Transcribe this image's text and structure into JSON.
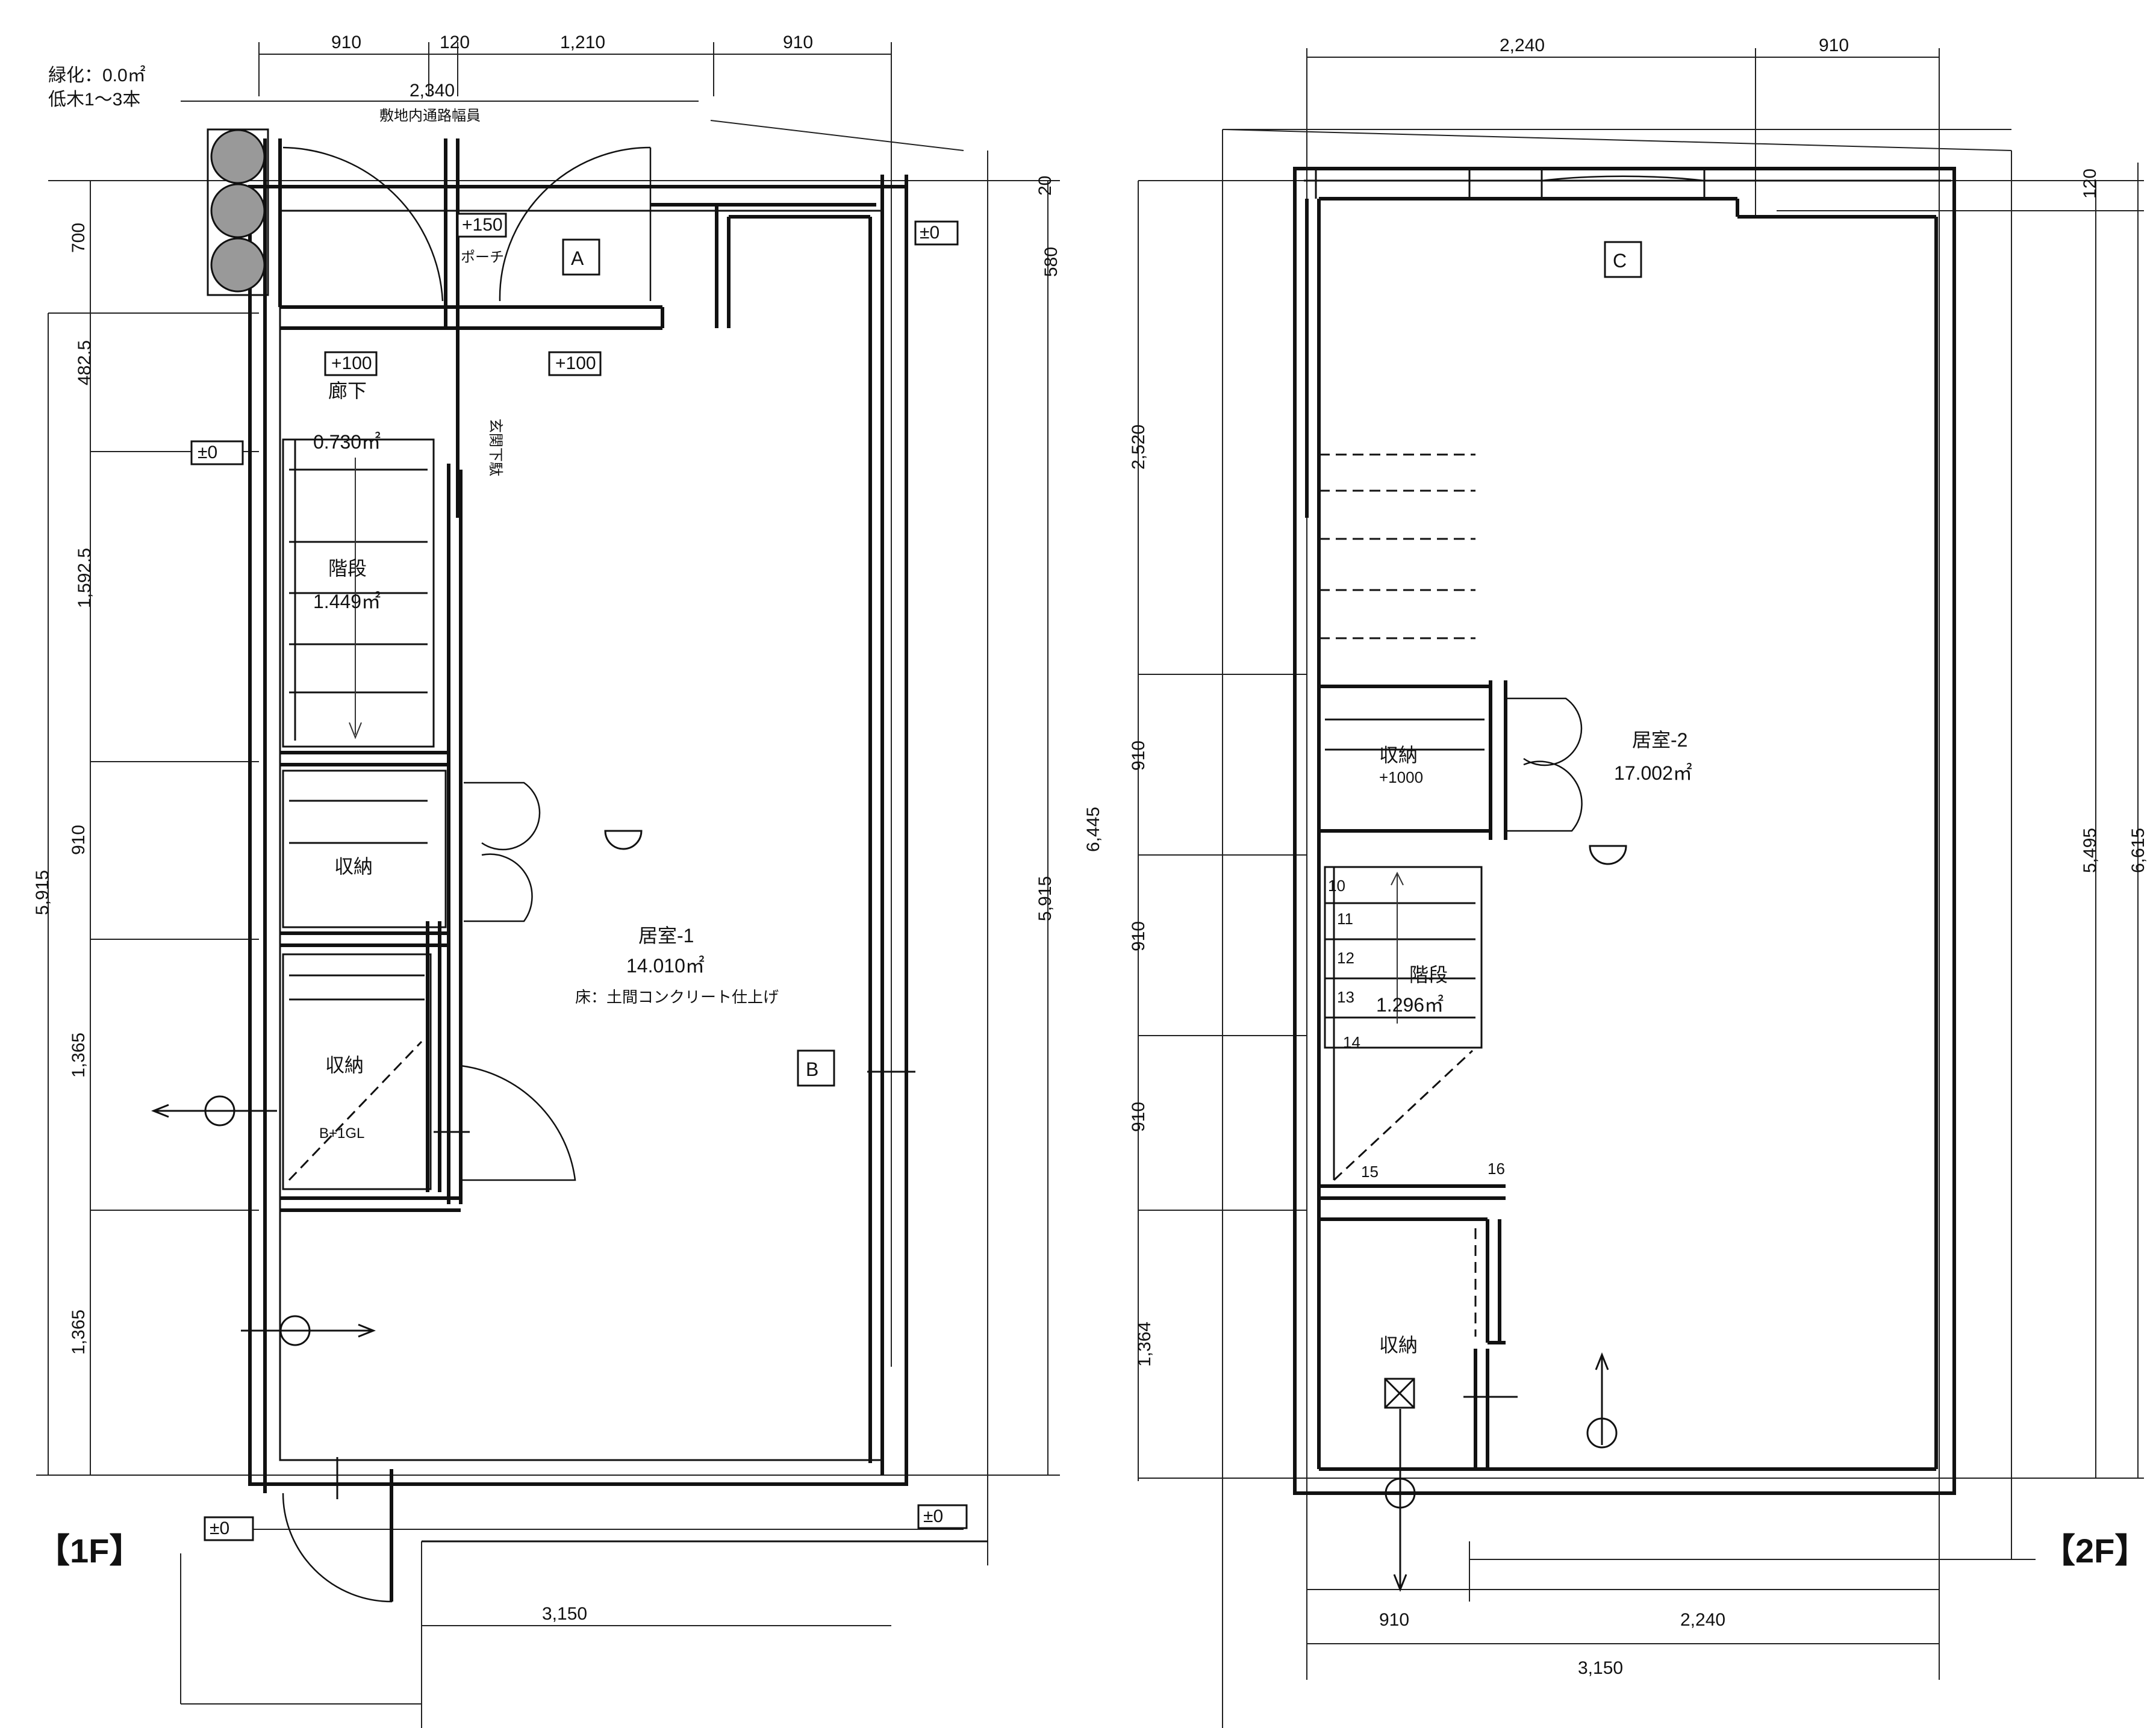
{
  "floors": {
    "first": {
      "label": "【1F】",
      "dims_top": [
        "910",
        "120",
        "1,210",
        "910"
      ],
      "dims_left": [
        "700",
        "482.5",
        "1,592.5",
        "910",
        "1,365",
        "1,365"
      ],
      "dim_left_total": "5,915",
      "dim_right_inner": "5,915",
      "dim_right_top": "580",
      "dim_top_small": "20",
      "dim_bottom": "3,150",
      "sub_dim": "2,340",
      "sub_dim_note": "敷地内通路幅員",
      "greening_note": [
        "緑化：0.0㎡",
        "低木1～3本"
      ],
      "rooms": {
        "hall": {
          "name": "廊下",
          "area": "0.730㎡"
        },
        "stairs": {
          "name": "階段",
          "area": "1.449㎡"
        },
        "storage_1": {
          "name": "収納"
        },
        "storage_2": {
          "name": "収納",
          "note": "B+1GL"
        },
        "main": {
          "name": "居室-1",
          "area": "14.010㎡",
          "note": "床：土間コンクリート仕上げ"
        }
      },
      "tags": {
        "a": "A",
        "b": "B"
      },
      "level_marks": [
        "+100",
        "+100",
        "±0",
        "±0",
        "±0",
        "±0",
        "+150"
      ],
      "small_notes": [
        "ポーチ",
        "玄関下駄"
      ]
    },
    "second": {
      "label": "【2F】",
      "dims_top": [
        "2,240",
        "910"
      ],
      "dims_left": [
        "2,520",
        "910",
        "910",
        "910",
        "1,364"
      ],
      "dim_left_total": "6,445",
      "dim_right_inner": "5,495",
      "dim_right_outer": "6,615",
      "dim_top_small": "120",
      "dims_bottom": [
        "910",
        "2,240"
      ],
      "dim_bottom_total": "3,150",
      "rooms": {
        "storage_1": {
          "name": "収納",
          "note": "+1000"
        },
        "stairs": {
          "name": "階段",
          "area": "1.296㎡"
        },
        "storage_2": {
          "name": "収納"
        },
        "main": {
          "name": "居室-2",
          "area": "17.002㎡"
        }
      },
      "tag": "C",
      "stair_numbers": [
        "10",
        "11",
        "12",
        "13",
        "14",
        "15",
        "16"
      ]
    }
  }
}
